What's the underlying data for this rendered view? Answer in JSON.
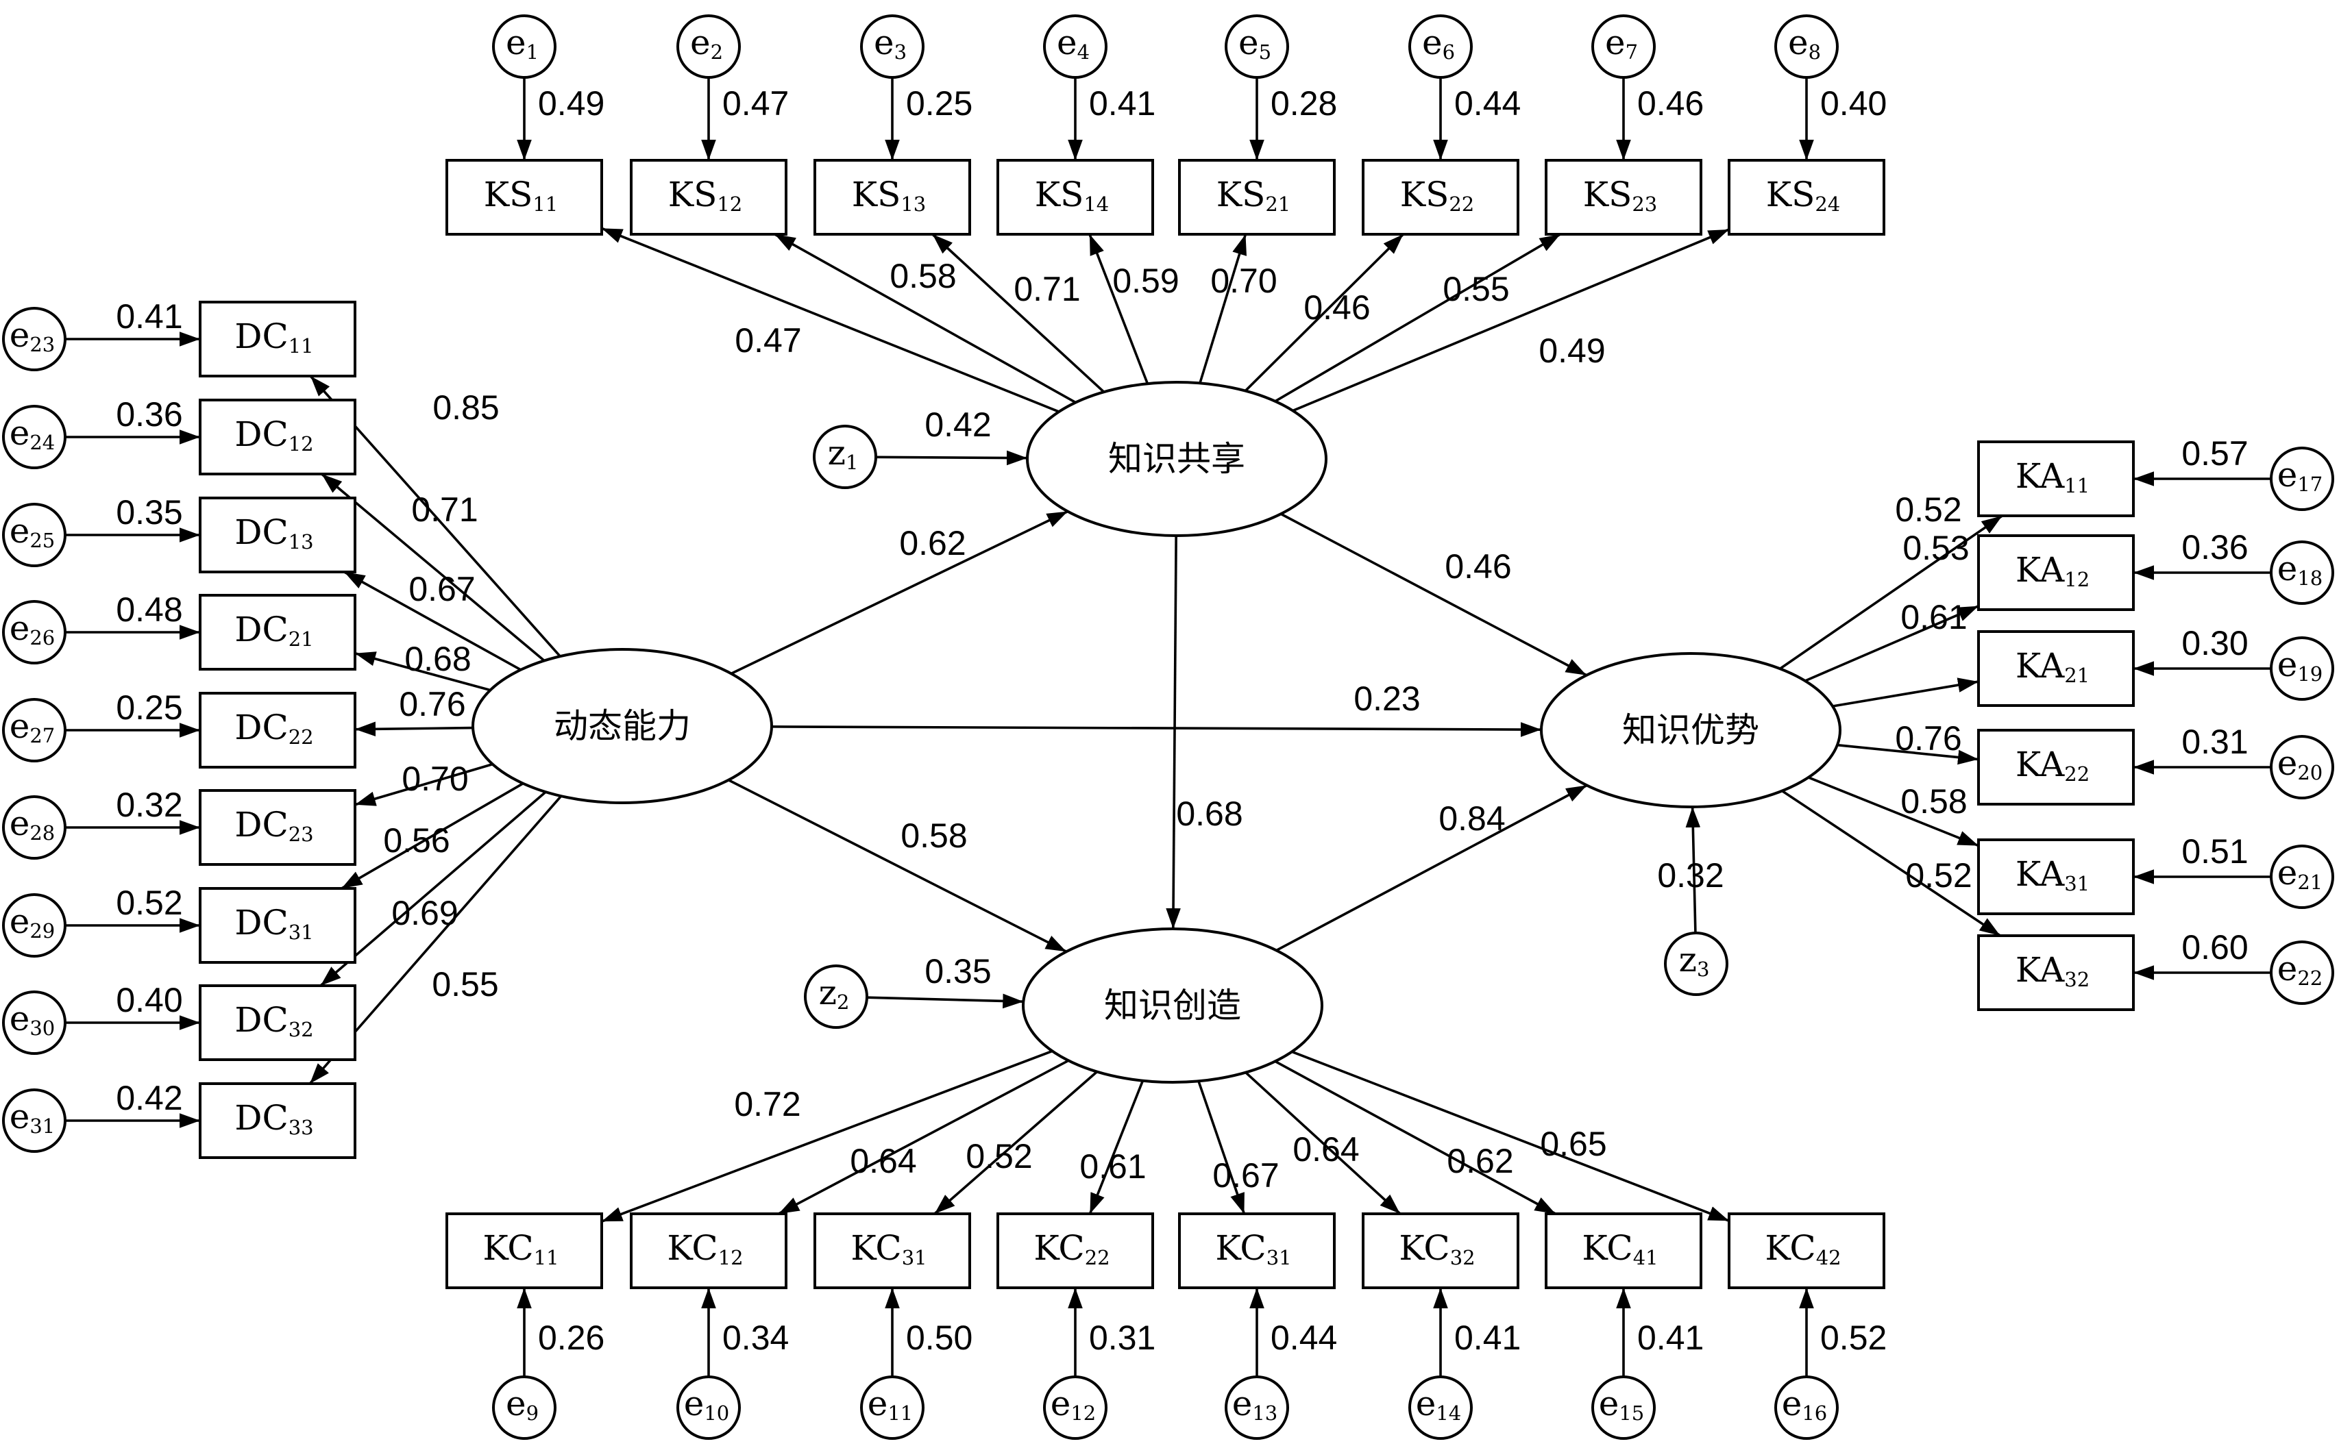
{
  "latents": [
    {
      "id": "DC",
      "label": "动态能力"
    },
    {
      "id": "KS",
      "label": "知识共享"
    },
    {
      "id": "KC",
      "label": "知识创造"
    },
    {
      "id": "KA",
      "label": "知识优势"
    }
  ],
  "disturbances": [
    {
      "id": "z1",
      "base": "z",
      "sub": "1",
      "target": "KS",
      "coef": "0.42"
    },
    {
      "id": "z2",
      "base": "z",
      "sub": "2",
      "target": "KC",
      "coef": "0.35"
    },
    {
      "id": "z3",
      "base": "z",
      "sub": "3",
      "target": "KA",
      "coef": "0.32"
    }
  ],
  "structural_paths": [
    {
      "from": "DC",
      "to": "KS",
      "coef": "0.62"
    },
    {
      "from": "DC",
      "to": "KC",
      "coef": "0.58"
    },
    {
      "from": "DC",
      "to": "KA",
      "coef": "0.23"
    },
    {
      "from": "KS",
      "to": "KC",
      "coef": "0.68"
    },
    {
      "from": "KS",
      "to": "KA",
      "coef": "0.46"
    },
    {
      "from": "KC",
      "to": "KA",
      "coef": "0.84"
    }
  ],
  "ks_indicators": [
    {
      "base": "KS",
      "sub": "11",
      "loading": "0.47",
      "error": {
        "base": "e",
        "sub": "1"
      },
      "error_coef": "0.49"
    },
    {
      "base": "KS",
      "sub": "12",
      "loading": "0.58",
      "error": {
        "base": "e",
        "sub": "2"
      },
      "error_coef": "0.47"
    },
    {
      "base": "KS",
      "sub": "13",
      "loading": "0.71",
      "error": {
        "base": "e",
        "sub": "3"
      },
      "error_coef": "0.25"
    },
    {
      "base": "KS",
      "sub": "14",
      "loading": "0.59",
      "error": {
        "base": "e",
        "sub": "4"
      },
      "error_coef": "0.41"
    },
    {
      "base": "KS",
      "sub": "21",
      "loading": "0.70",
      "error": {
        "base": "e",
        "sub": "5"
      },
      "error_coef": "0.28"
    },
    {
      "base": "KS",
      "sub": "22",
      "loading": "0.46",
      "error": {
        "base": "e",
        "sub": "6"
      },
      "error_coef": "0.44"
    },
    {
      "base": "KS",
      "sub": "23",
      "loading": "0.55",
      "error": {
        "base": "e",
        "sub": "7"
      },
      "error_coef": "0.46"
    },
    {
      "base": "KS",
      "sub": "24",
      "loading": "0.49",
      "error": {
        "base": "e",
        "sub": "8"
      },
      "error_coef": "0.40"
    }
  ],
  "kc_indicators": [
    {
      "base": "KC",
      "sub": "11",
      "loading": "0.72",
      "error": {
        "base": "e",
        "sub": "9"
      },
      "error_coef": "0.26"
    },
    {
      "base": "KC",
      "sub": "12",
      "loading": "0.64",
      "error": {
        "base": "e",
        "sub": "10"
      },
      "error_coef": "0.34"
    },
    {
      "base": "KC",
      "sub": "31",
      "loading": "0.52",
      "error": {
        "base": "e",
        "sub": "11"
      },
      "error_coef": "0.50"
    },
    {
      "base": "KC",
      "sub": "22",
      "loading": "0.61",
      "error": {
        "base": "e",
        "sub": "12"
      },
      "error_coef": "0.31"
    },
    {
      "base": "KC",
      "sub": "31",
      "loading": "0.67",
      "error": {
        "base": "e",
        "sub": "13"
      },
      "error_coef": "0.44"
    },
    {
      "base": "KC",
      "sub": "32",
      "loading": "0.64",
      "error": {
        "base": "e",
        "sub": "14"
      },
      "error_coef": "0.41"
    },
    {
      "base": "KC",
      "sub": "41",
      "loading": "0.62",
      "error": {
        "base": "e",
        "sub": "15"
      },
      "error_coef": "0.41"
    },
    {
      "base": "KC",
      "sub": "42",
      "loading": "0.65",
      "error": {
        "base": "e",
        "sub": "16"
      },
      "error_coef": "0.52"
    }
  ],
  "dc_indicators": [
    {
      "base": "DC",
      "sub": "11",
      "loading": "0.85",
      "error": {
        "base": "e",
        "sub": "23"
      },
      "error_coef": "0.41"
    },
    {
      "base": "DC",
      "sub": "12",
      "loading": "0.71",
      "error": {
        "base": "e",
        "sub": "24"
      },
      "error_coef": "0.36"
    },
    {
      "base": "DC",
      "sub": "13",
      "loading": "0.67",
      "error": {
        "base": "e",
        "sub": "25"
      },
      "error_coef": "0.35"
    },
    {
      "base": "DC",
      "sub": "21",
      "loading": "0.68",
      "error": {
        "base": "e",
        "sub": "26"
      },
      "error_coef": "0.48"
    },
    {
      "base": "DC",
      "sub": "22",
      "loading": "0.76",
      "error": {
        "base": "e",
        "sub": "27"
      },
      "error_coef": "0.25"
    },
    {
      "base": "DC",
      "sub": "23",
      "loading": "0.70",
      "error": {
        "base": "e",
        "sub": "28"
      },
      "error_coef": "0.32"
    },
    {
      "base": "DC",
      "sub": "31",
      "loading": "0.56",
      "error": {
        "base": "e",
        "sub": "29"
      },
      "error_coef": "0.52"
    },
    {
      "base": "DC",
      "sub": "32",
      "loading": "0.69",
      "error": {
        "base": "e",
        "sub": "30"
      },
      "error_coef": "0.40"
    },
    {
      "base": "DC",
      "sub": "33",
      "loading": "0.55",
      "error": {
        "base": "e",
        "sub": "31"
      },
      "error_coef": "0.42"
    }
  ],
  "ka_indicators": [
    {
      "base": "KA",
      "sub": "11",
      "loading": "0.52",
      "error": {
        "base": "e",
        "sub": "17"
      },
      "error_coef": "0.57"
    },
    {
      "base": "KA",
      "sub": "12",
      "loading": "0.53",
      "error": {
        "base": "e",
        "sub": "18"
      },
      "error_coef": "0.36"
    },
    {
      "base": "KA",
      "sub": "21",
      "loading": "0.61",
      "error": {
        "base": "e",
        "sub": "19"
      },
      "error_coef": "0.30"
    },
    {
      "base": "KA",
      "sub": "22",
      "loading": "0.76",
      "error": {
        "base": "e",
        "sub": "20"
      },
      "error_coef": "0.31"
    },
    {
      "base": "KA",
      "sub": "31",
      "loading": "0.58",
      "error": {
        "base": "e",
        "sub": "21"
      },
      "error_coef": "0.51"
    },
    {
      "base": "KA",
      "sub": "32",
      "loading": "0.52",
      "error": {
        "base": "e",
        "sub": "22"
      },
      "error_coef": "0.60"
    }
  ]
}
